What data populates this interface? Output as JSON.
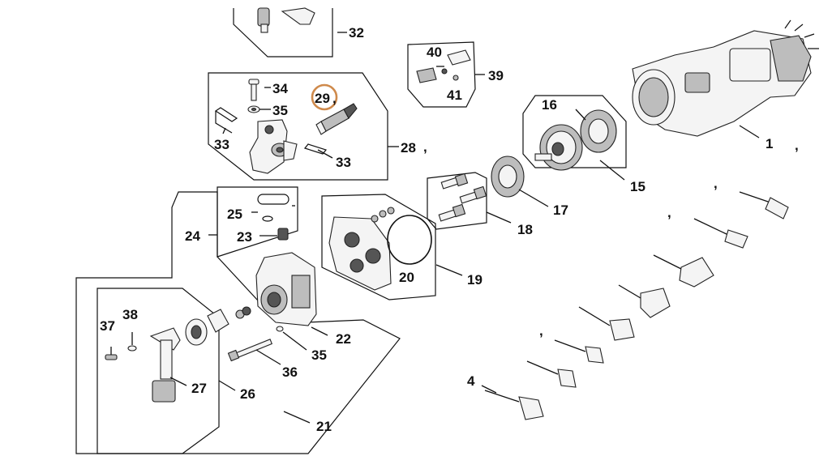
{
  "diagram": {
    "callouts": {
      "c1": "1",
      "c4": "4",
      "c15": "15",
      "c16": "16",
      "c17": "17",
      "c18": "18",
      "c19": "19",
      "c20": "20",
      "c21": "21",
      "c22": "22",
      "c23": "23",
      "c24": "24",
      "c25": "25",
      "c26": "26",
      "c27": "27",
      "c28": "28",
      "c29": "29",
      "c32": "32",
      "c33a": "33",
      "c33b": "33",
      "c34": "34",
      "c35a": "35",
      "c35b": "35",
      "c36": "36",
      "c37": "37",
      "c38": "38",
      "c39": "39",
      "c40": "40",
      "c41": "41"
    },
    "separators": {
      "s1": ",",
      "s2": ",",
      "s3": ",",
      "s4": ",",
      "s5": ",",
      "s6": ","
    },
    "highlight": {
      "part": "29",
      "color": "#cf8a4c"
    }
  }
}
